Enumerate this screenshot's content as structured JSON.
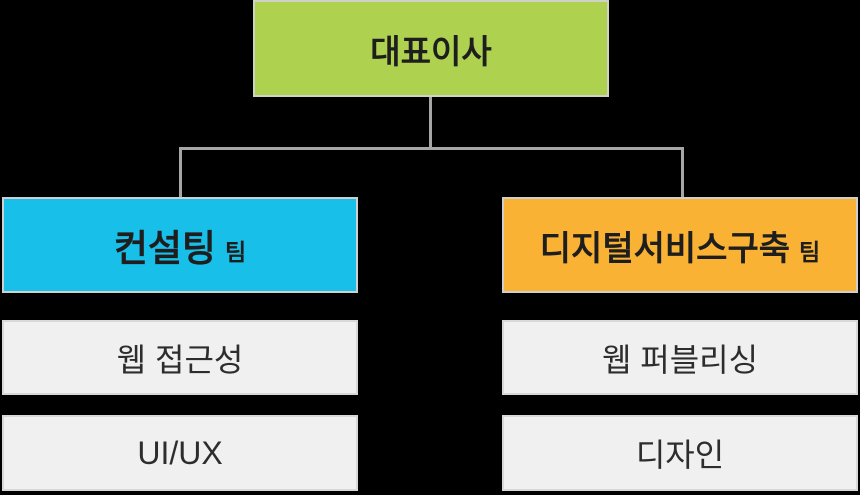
{
  "org": {
    "root": {
      "label": "대표이사"
    },
    "teams": [
      {
        "name": "컨설팅",
        "suffix": "팀",
        "members": [
          "웹 접근성",
          "UI/UX"
        ]
      },
      {
        "name": "디지털서비스구축",
        "suffix": "팀",
        "members": [
          "웹 퍼블리싱",
          "디자인"
        ]
      }
    ]
  },
  "colors": {
    "background": "#000000",
    "ceo": "#aed14f",
    "consulting": "#18bfe9",
    "digital": "#f9b233",
    "member": "#f0f0f1",
    "connector": "#a6a6a6",
    "text_dark": "#1e1e1e"
  }
}
